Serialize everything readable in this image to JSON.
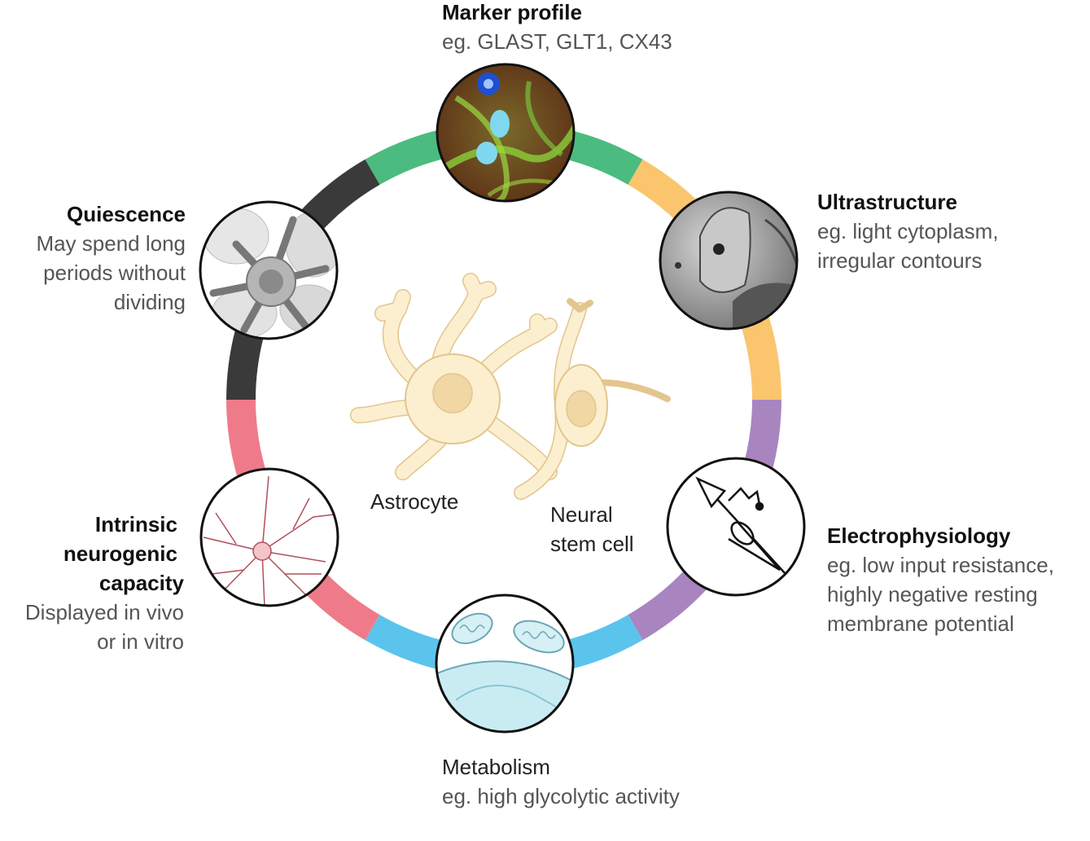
{
  "features": {
    "marker": {
      "title": "Marker profile",
      "desc": "eg. GLAST, GLT1, CX43"
    },
    "ultra": {
      "title": "Ultrastructure",
      "desc1": "eg. light cytoplasm,",
      "desc2": "irregular contours"
    },
    "electro": {
      "title": "Electrophysiology",
      "desc1": "eg. low input resistance,",
      "desc2": "highly negative resting",
      "desc3": "membrane potential"
    },
    "metab": {
      "title": "Metabolism",
      "desc": "eg. high glycolytic activity"
    },
    "neuro": {
      "title1": "Intrinsic",
      "title2": "neurogenic",
      "title3": "capacity",
      "desc1": "Displayed in vivo",
      "desc2": "or in vitro"
    },
    "quies": {
      "title": "Quiescence",
      "desc1": "May spend long",
      "desc2": "periods without",
      "desc3": "dividing"
    }
  },
  "center": {
    "astrocyte": "Astrocyte",
    "nsc1": "Neural",
    "nsc2": "stem cell"
  },
  "colors": {
    "marker": "#4cbb7f",
    "ultra": "#fbc56e",
    "electro": "#a985c0",
    "metab": "#5bc4ec",
    "neuro": "#ef7b8a",
    "quies": "#3a3a3a",
    "cell_fill": "#fbefcf",
    "cell_stroke": "#e3c58e",
    "nucleus": "#f0d7a3"
  }
}
